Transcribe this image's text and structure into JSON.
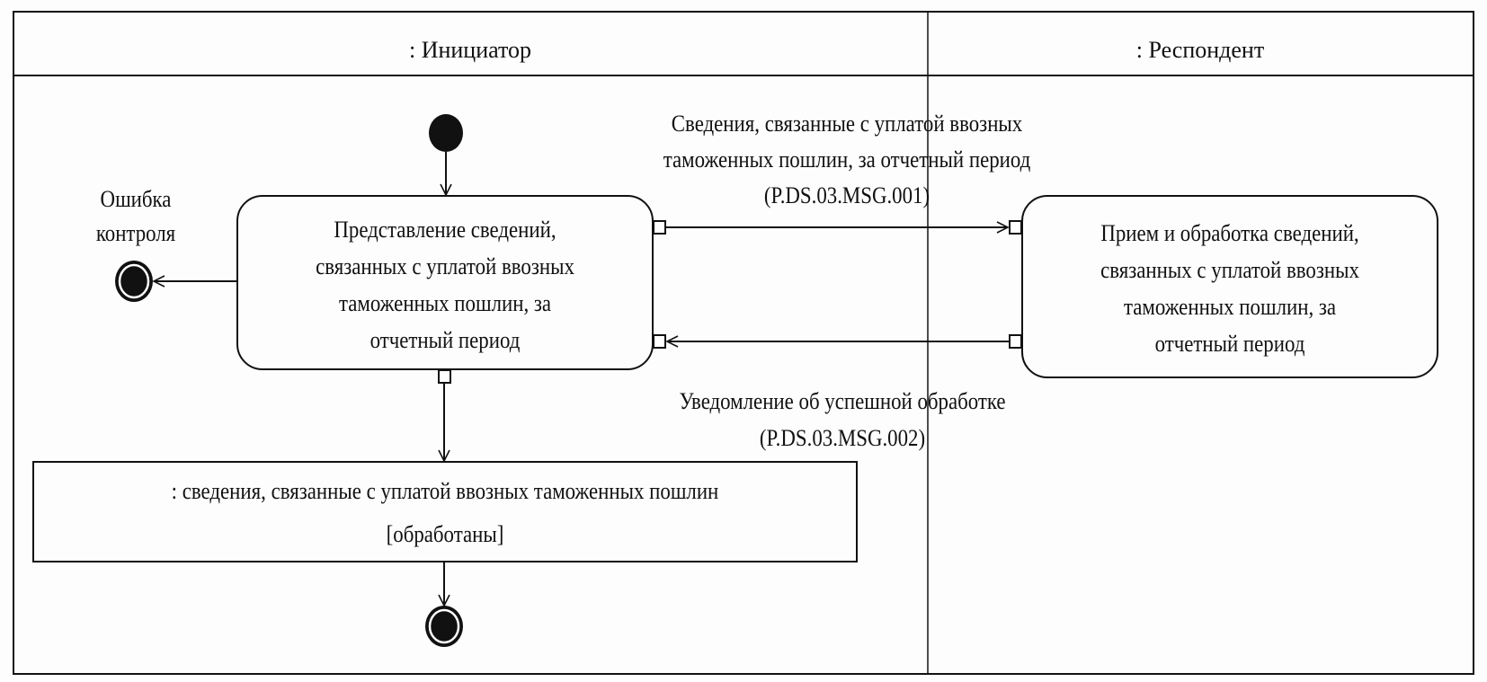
{
  "swimlanes": [
    {
      "label": ": Инициатор"
    },
    {
      "label": ": Респондент"
    }
  ],
  "actions": {
    "submit": {
      "lines": [
        "Представление сведений,",
        "связанных с уплатой ввозных",
        "таможенных пошлин, за",
        "отчетный период"
      ]
    },
    "receive": {
      "lines": [
        "Прием и обработка сведений,",
        "связанных с уплатой ввозных",
        "таможенных пошлин, за",
        "отчетный период"
      ]
    }
  },
  "messages": {
    "request": {
      "lines": [
        "Сведения, связанные с уплатой ввозных",
        "таможенных пошлин, за отчетный период",
        "(P.DS.03.MSG.001)"
      ]
    },
    "response": {
      "lines": [
        "Уведомление об успешной обработке",
        "(P.DS.03.MSG.002)"
      ]
    }
  },
  "error_final": {
    "lines": [
      "Ошибка",
      "контроля"
    ]
  },
  "object_node": {
    "name": ": сведения, связанные с уплатой ввозных таможенных пошлин",
    "state": "[обработаны]"
  }
}
